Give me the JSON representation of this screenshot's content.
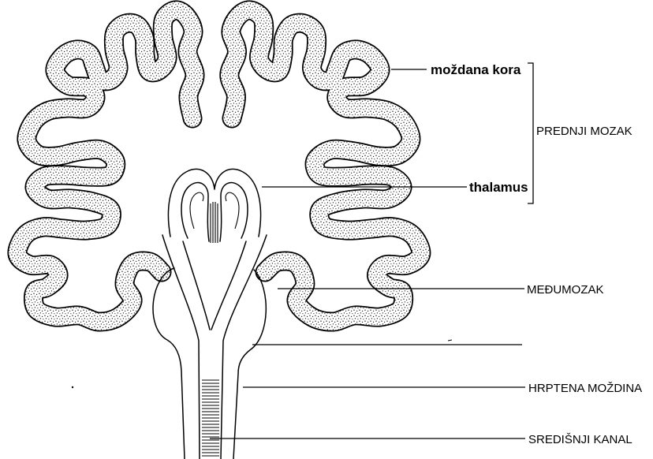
{
  "labels": {
    "cortex": "moždana kora",
    "forebrain": "PREDNJI MOZAK",
    "thalamus": "thalamus",
    "diencephalon": "MEĐUMOZAK",
    "spinal_cord": "HRPTENA MOŽDINA",
    "central_canal": "SREDIŠNJI KANAL"
  },
  "colors": {
    "ink": "#000000",
    "background": "#ffffff"
  }
}
